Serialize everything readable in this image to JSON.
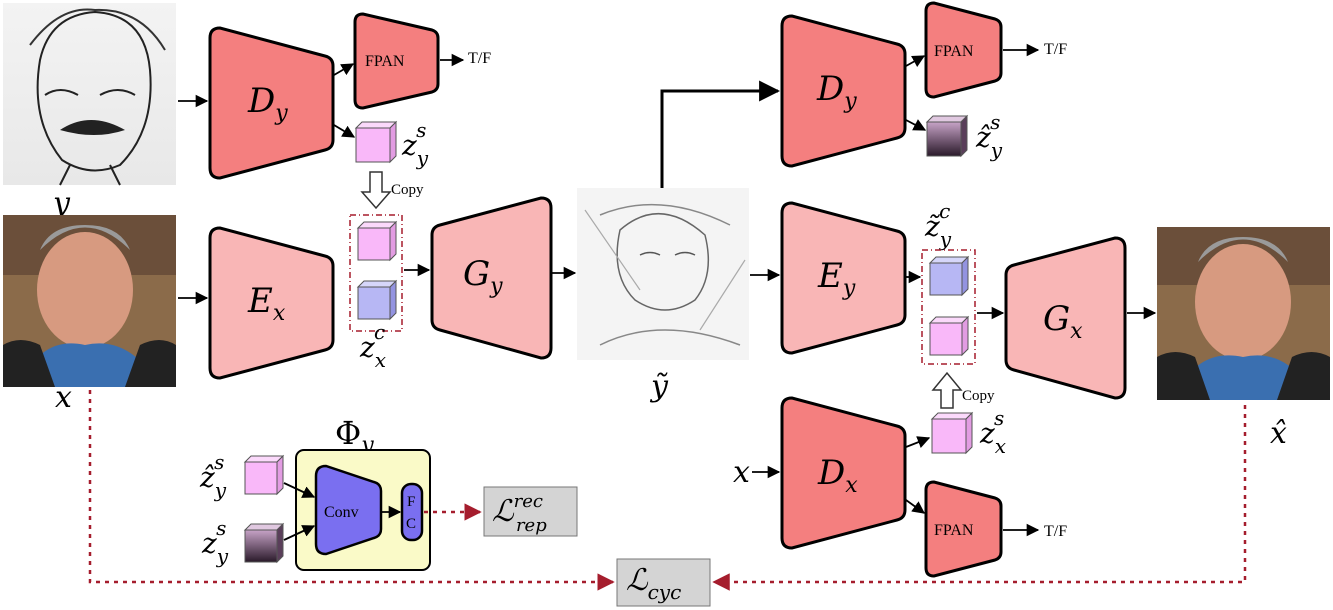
{
  "colors": {
    "discriminator": "#f47f7f",
    "encoder_generator": "#f9b6b6",
    "style_code": "#f9b8f9",
    "content_code": "#b7b7f4",
    "estimated_style_top": "#b790b7",
    "phi_panel": "#fafac8",
    "conv": "#7a6ff0",
    "loss_box": "#d4d4d4",
    "dashed_arrow": "#a51d2d"
  },
  "blocks": {
    "dy_top_left": {
      "main": "D",
      "sub": "y"
    },
    "dy_top_right": {
      "main": "D",
      "sub": "y"
    },
    "ex": {
      "main": "E",
      "sub": "x"
    },
    "gy": {
      "main": "G",
      "sub": "y"
    },
    "ey": {
      "main": "E",
      "sub": "y"
    },
    "gx": {
      "main": "G",
      "sub": "x"
    },
    "dx": {
      "main": "D",
      "sub": "x"
    }
  },
  "fpan_label": "FPAN",
  "tf_label": "T/F",
  "copy_label": "Copy",
  "codes": {
    "z_y_s": {
      "main": "z",
      "sub": "y",
      "sup": "s"
    },
    "z_x_c": {
      "main": "z",
      "sub": "x",
      "sup": "c"
    },
    "z_y_s_hat": {
      "main": "ẑ",
      "sub": "y",
      "sup": "s"
    },
    "z_y_c_tilde": {
      "main": "z̃",
      "sub": "y",
      "sup": "c"
    },
    "z_x_s": {
      "main": "z",
      "sub": "x",
      "sup": "s"
    }
  },
  "images": {
    "y": "y",
    "x": "x",
    "y_tilde": "ỹ",
    "x_hat": "x̂"
  },
  "x_input_label": "x",
  "phi": {
    "main": "Φ",
    "sub": "y",
    "conv": "Conv",
    "fc_f": "F",
    "fc_c": "C"
  },
  "losses": {
    "rep": {
      "main": "ℒ",
      "sup": "rec",
      "sub": "rep"
    },
    "cyc": {
      "main": "ℒ",
      "sub": "cyc"
    }
  }
}
